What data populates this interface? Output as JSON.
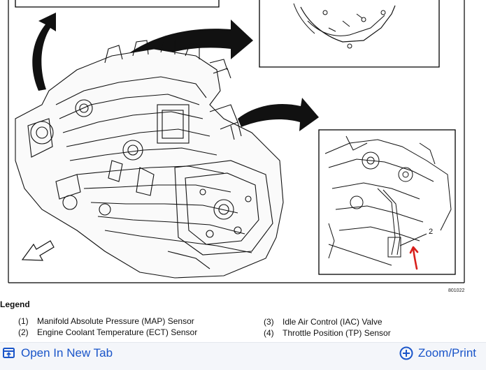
{
  "diagram": {
    "figure_id": "801022",
    "callout_number": "2"
  },
  "legend": {
    "title": "Legend",
    "items": [
      {
        "num": "(1)",
        "text": "Manifold Absolute Pressure (MAP) Sensor"
      },
      {
        "num": "(2)",
        "text": "Engine Coolant Temperature (ECT) Sensor"
      },
      {
        "num": "(3)",
        "text": "Idle Air Control (IAC) Valve"
      },
      {
        "num": "(4)",
        "text": "Throttle Position (TP) Sensor"
      }
    ]
  },
  "toolbar": {
    "open_new_tab_label": "Open In New Tab",
    "zoom_print_label": "Zoom/Print",
    "accent_color": "#1a55c9"
  },
  "annotation": {
    "color": "#d8201c"
  }
}
